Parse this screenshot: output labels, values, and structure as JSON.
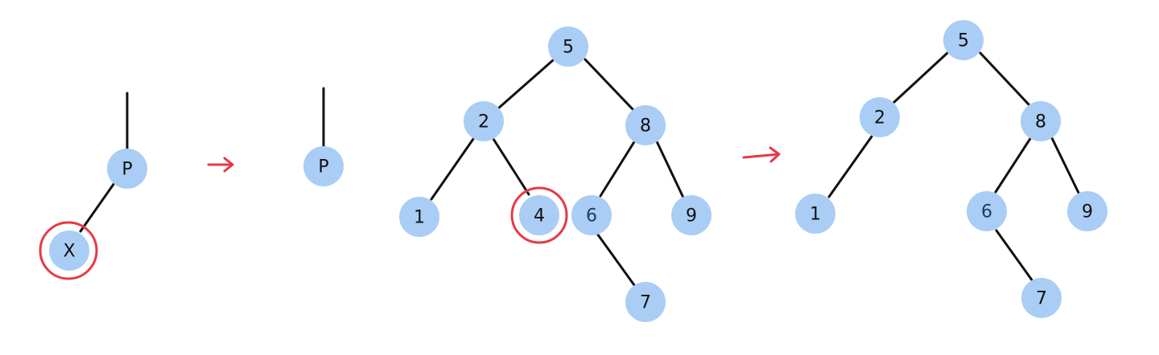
{
  "diagram": {
    "colors": {
      "node_fill": "#a9cdf5",
      "edge": "#111111",
      "highlight": "#e63946",
      "arrow": "#e63946"
    },
    "panels": [
      {
        "id": "leaf-before",
        "nodes": [
          {
            "id": "p",
            "label": "P",
            "highlight": false
          },
          {
            "id": "x",
            "label": "X",
            "highlight": true
          }
        ],
        "edges": [
          [
            "parent-stub",
            "p"
          ],
          [
            "p",
            "x"
          ]
        ]
      },
      {
        "id": "leaf-after",
        "nodes": [
          {
            "id": "p",
            "label": "P",
            "highlight": false
          }
        ],
        "edges": [
          [
            "parent-stub",
            "p"
          ]
        ]
      },
      {
        "id": "tree-before",
        "nodes": [
          {
            "id": "n5",
            "label": "5",
            "highlight": false
          },
          {
            "id": "n2",
            "label": "2",
            "highlight": false
          },
          {
            "id": "n8",
            "label": "8",
            "highlight": false
          },
          {
            "id": "n1",
            "label": "1",
            "highlight": false
          },
          {
            "id": "n4",
            "label": "4",
            "highlight": true
          },
          {
            "id": "n6",
            "label": "6",
            "highlight": false
          },
          {
            "id": "n9",
            "label": "9",
            "highlight": false
          },
          {
            "id": "n7",
            "label": "7",
            "highlight": false
          }
        ],
        "edges": [
          [
            "n5",
            "n2"
          ],
          [
            "n5",
            "n8"
          ],
          [
            "n2",
            "n1"
          ],
          [
            "n2",
            "n4"
          ],
          [
            "n8",
            "n6"
          ],
          [
            "n8",
            "n9"
          ],
          [
            "n6",
            "n7"
          ]
        ]
      },
      {
        "id": "tree-after",
        "nodes": [
          {
            "id": "n5",
            "label": "5",
            "highlight": false
          },
          {
            "id": "n2",
            "label": "2",
            "highlight": false
          },
          {
            "id": "n8",
            "label": "8",
            "highlight": false
          },
          {
            "id": "n1",
            "label": "1",
            "highlight": false
          },
          {
            "id": "n6",
            "label": "6",
            "highlight": false
          },
          {
            "id": "n9",
            "label": "9",
            "highlight": false
          },
          {
            "id": "n7",
            "label": "7",
            "highlight": false
          }
        ],
        "edges": [
          [
            "n5",
            "n2"
          ],
          [
            "n5",
            "n8"
          ],
          [
            "n2",
            "n1"
          ],
          [
            "n8",
            "n6"
          ],
          [
            "n8",
            "n9"
          ],
          [
            "n6",
            "n7"
          ]
        ]
      }
    ],
    "arrows": [
      {
        "from": "leaf-before",
        "to": "leaf-after",
        "icon": "arrow-right-icon"
      },
      {
        "from": "tree-before",
        "to": "tree-after",
        "icon": "arrow-right-icon"
      }
    ]
  }
}
